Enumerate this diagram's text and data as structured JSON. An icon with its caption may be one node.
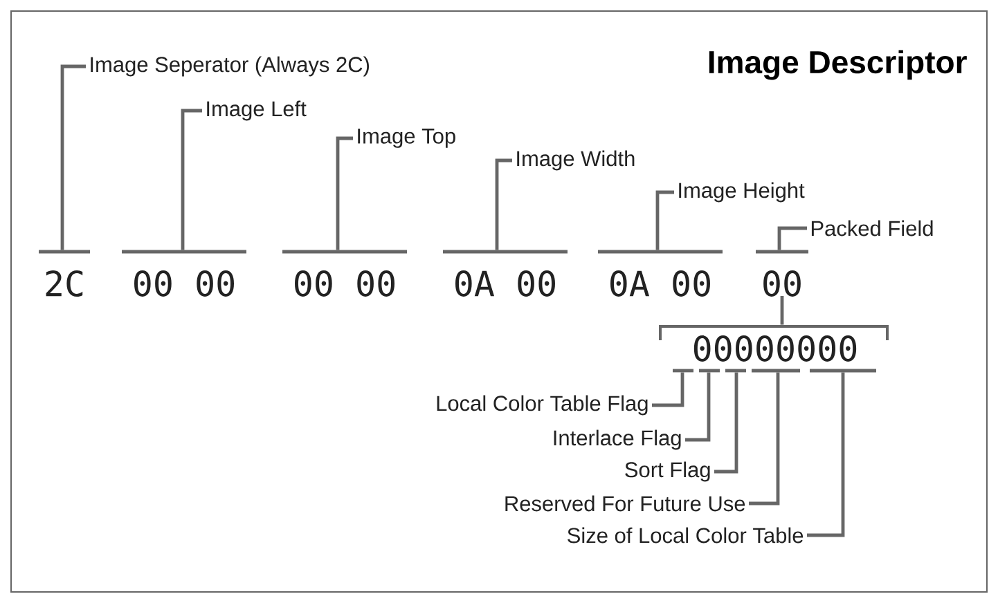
{
  "diagram": {
    "title": "Image Descriptor",
    "nodes": [
      {
        "text": [
          "Image Seperator (Always 2C)"
        ]
      },
      {
        "text": [
          "Image Left"
        ]
      },
      {
        "text": [
          "Image Top"
        ]
      },
      {
        "text": [
          "Image Width"
        ]
      },
      {
        "text": [
          "Image Height"
        ]
      },
      {
        "text": [
          "Packed Field"
        ]
      },
      {
        "text": [
          "2C"
        ]
      },
      {
        "text": [
          "00 00"
        ]
      },
      {
        "text": [
          "00 00"
        ]
      },
      {
        "text": [
          "0A 00"
        ]
      },
      {
        "text": [
          "0A 00"
        ]
      },
      {
        "text": [
          "00"
        ]
      },
      {
        "text": [
          "00000000"
        ]
      },
      {
        "text": [
          "Local Color Table Flag"
        ]
      },
      {
        "text": [
          "Interlace Flag"
        ]
      },
      {
        "text": [
          "Sort Flag"
        ]
      },
      {
        "text": [
          "Reserved For Future Use"
        ]
      },
      {
        "text": [
          "Size of Local Color Table"
        ]
      }
    ],
    "edges": [
      {
        "from": 0,
        "to": 6,
        "arrow": "none"
      },
      {
        "from": 1,
        "to": 7,
        "arrow": "none"
      },
      {
        "from": 2,
        "to": 8,
        "arrow": "none"
      },
      {
        "from": 3,
        "to": 9,
        "arrow": "none"
      },
      {
        "from": 4,
        "to": 10,
        "arrow": "none"
      },
      {
        "from": 5,
        "to": 11,
        "arrow": "none"
      },
      {
        "from": 11,
        "to": 12,
        "arrow": "none"
      },
      {
        "from": 13,
        "to": 12,
        "arrow": "none"
      },
      {
        "from": 14,
        "to": 12,
        "arrow": "none"
      },
      {
        "from": 15,
        "to": 12,
        "arrow": "none"
      },
      {
        "from": 16,
        "to": 12,
        "arrow": "none"
      },
      {
        "from": 17,
        "to": 12,
        "arrow": "none"
      }
    ]
  }
}
